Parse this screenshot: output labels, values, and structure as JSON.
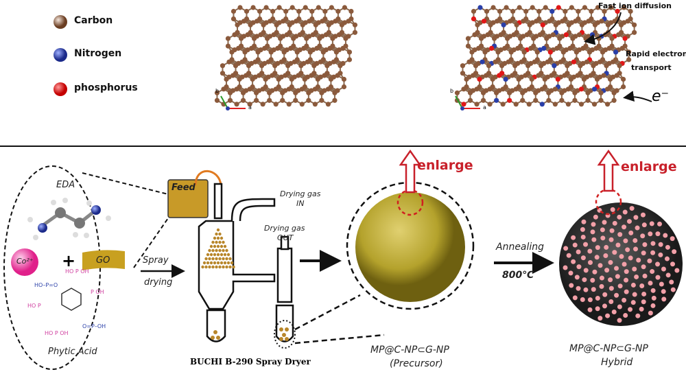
{
  "legend": {
    "items": [
      {
        "label": "Carbon",
        "color": "#8b5a3c"
      },
      {
        "label": "Nitrogen",
        "color": "#2a3fa8"
      },
      {
        "label": "phosphorus",
        "color": "#e01818"
      }
    ]
  },
  "lattice": {
    "axis_b": "b",
    "axis_a": "a",
    "fast_ion": "Fast ion diffusion",
    "rapid_electron": "Rapid electron",
    "transport": "transport",
    "electron": "e⁻"
  },
  "left": {
    "eda": "EDA",
    "co": "Co²⁺",
    "plus": "+",
    "go": "GO",
    "phytic": "Phytic Acid"
  },
  "process": {
    "feed": "Feed",
    "spray": "Spray",
    "drying": "drying",
    "gas_in_1": "Drying gas",
    "gas_in_2": "IN",
    "gas_out_1": "Drying gas",
    "gas_out_2": "OUT",
    "dryer_label": "BUCHI B-290 Spray Dryer",
    "enlarge_1": "enlarge",
    "enlarge_2": "enlarge",
    "annealing": "Annealing",
    "temperature": "800℃",
    "precursor_1": "MP@C-NP⊂G-NP",
    "precursor_2": "(Precursor)",
    "hybrid_1": "MP@C-NP⊂G-NP",
    "hybrid_2": "Hybrid"
  }
}
